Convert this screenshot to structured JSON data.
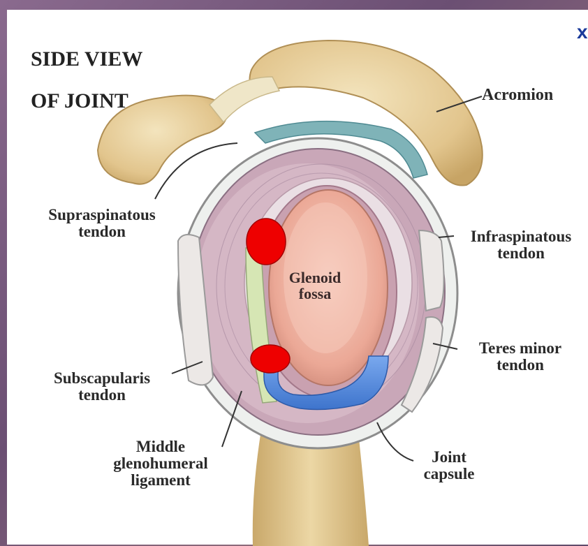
{
  "title": {
    "line1": "SIDE VIEW",
    "line2": "OF JOINT"
  },
  "corner_mark": "x",
  "labels": {
    "acromion": "Acromion",
    "supraspinatous": "Supraspinatous\ntendon",
    "infraspinatous": "Infraspinatous\ntendon",
    "glenoid": "Glenoid\nfossa",
    "teres_minor": "Teres minor\ntendon",
    "subscapularis": "Subscapularis\ntendon",
    "middle_ligament": "Middle\nglenohumeral\nligament",
    "joint_capsule": "Joint\ncapsule"
  },
  "colors": {
    "bone": "#e6cf9a",
    "bone_shadow": "#c9ac6c",
    "glenoid": "#f0b8a6",
    "capsule": "#c9a9b8",
    "labrum": "#d8dfb0",
    "marker_red": "#ee0000",
    "marker_blue": "#5a8fe0"
  }
}
